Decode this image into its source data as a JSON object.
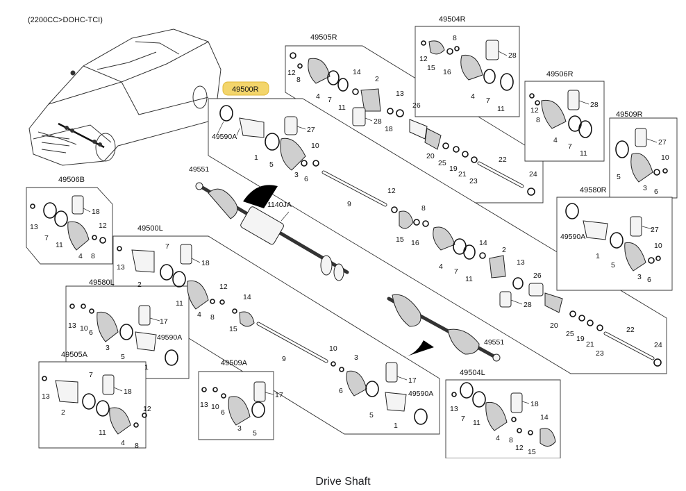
{
  "engine_label": "(2200CC>DOHC-TCI)",
  "caption": "Drive Shaft",
  "colors": {
    "highlight": "#f3d56b",
    "line": "#333333"
  },
  "assemblies": [
    {
      "id": "49505R",
      "label": "49505R"
    },
    {
      "id": "49504R",
      "label": "49504R"
    },
    {
      "id": "49506R",
      "label": "49506R"
    },
    {
      "id": "49509R",
      "label": "49509R"
    },
    {
      "id": "49500R",
      "label": "49500R",
      "highlighted": true
    },
    {
      "id": "49580R",
      "label": "49580R"
    },
    {
      "id": "49506B",
      "label": "49506B"
    },
    {
      "id": "49500L",
      "label": "49500L"
    },
    {
      "id": "49580L",
      "label": "49580L"
    },
    {
      "id": "49505A",
      "label": "49505A"
    },
    {
      "id": "49509A",
      "label": "49509A"
    },
    {
      "id": "49504L",
      "label": "49504L"
    }
  ],
  "parts": {
    "p1": "1",
    "p2": "2",
    "p3": "3",
    "p4": "4",
    "p5": "5",
    "p6": "6",
    "p7": "7",
    "p8": "8",
    "p9": "9",
    "p10": "10",
    "p11": "11",
    "p12": "12",
    "p13": "13",
    "p14": "14",
    "p15": "15",
    "p16": "16",
    "p17": "17",
    "p18": "18",
    "p19": "19",
    "p20": "20",
    "p21": "21",
    "p22": "22",
    "p23": "23",
    "p24": "24",
    "p25": "25",
    "p26": "26",
    "p27": "27",
    "p28": "28",
    "p49590A": "49590A",
    "p49551": "49551",
    "p1140JA": "1140JA"
  }
}
